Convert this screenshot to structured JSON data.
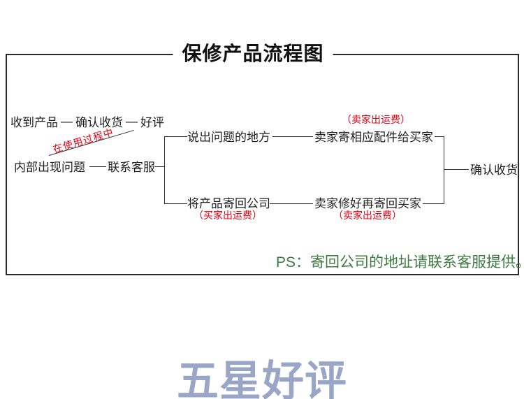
{
  "page": {
    "title": "保修产品流程图",
    "footer_text": "五星好评"
  },
  "flow": {
    "receive_row": [
      "收到产品",
      "—",
      "确认收货",
      "—",
      "好评"
    ],
    "during_use": "在使用过程中",
    "problem": "内部出现问题",
    "contact": "联系客服",
    "top_branch": {
      "step": "说出问题的地方",
      "result": "卖家寄相应配件给买家",
      "fee": "（卖家出运费）"
    },
    "bottom_branch": {
      "step": "将产品寄回公司",
      "step_fee": "（买家出运费）",
      "result": "卖家修好再寄回买家",
      "result_fee": "（卖家出运费）"
    },
    "confirm": "确认收货",
    "ps_note": "PS：寄回公司的地址请联系客服提供。"
  },
  "colors": {
    "text": "#1f1f1f",
    "line": "#333333",
    "red": "#e60012",
    "green": "#3e7c44",
    "footer_blue": "#9aa6c6"
  }
}
